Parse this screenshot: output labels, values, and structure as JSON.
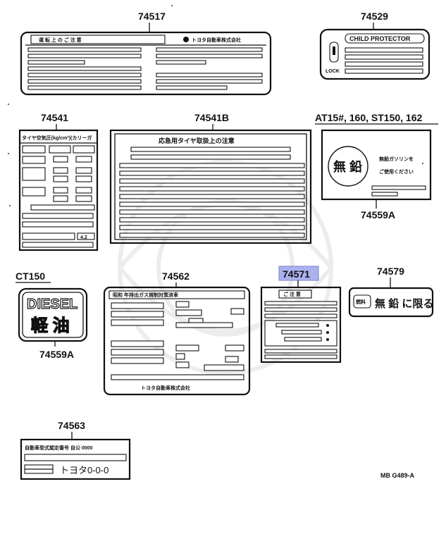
{
  "parts": {
    "p74517": "74517",
    "p74529": "74529",
    "p74541": "74541",
    "p74541B": "74541B",
    "models_at15": "AT15#, 160, ST150, 162",
    "p74559A_top": "74559A",
    "models_ct150": "CT150",
    "p74562": "74562",
    "p74571": "74571",
    "p74579": "74579",
    "p74559A_bottom": "74559A",
    "p74563": "74563"
  },
  "labels": {
    "driving_caution": "運 転 上 の ご 注 意",
    "toyota_company": "トヨタ自動車株式会社",
    "child_protector": "CHILD PROTECTOR",
    "lock": "LOCK",
    "tire_pressure": "タイヤ空気圧(kg/cm²)(カリーガ",
    "tire_value": "4.2",
    "spare_tire_caution": "応急用タイヤ取扱上の注意",
    "unleaded_kanji": "無 鉛",
    "unleaded_text_1": "無鉛ガソリンを",
    "unleaded_text_2": "ご使用ください",
    "diesel_en": "DIESEL",
    "diesel_kanji": "軽 油",
    "emission_header": "昭和 年排出ガス規制対策済車",
    "toyota_company_2": "トヨタ自動車株式会社",
    "caution_small": "ご 注 意",
    "fuel_tag": "燃料",
    "unleaded_only": "無 鉛 に限る",
    "certification": "自動車型式認定番号 自公 0000",
    "model_code": "トヨタ0-0-0",
    "diagram_code": "MB G489-A"
  },
  "colors": {
    "highlight": "#aab2ee",
    "ink": "#111111"
  }
}
